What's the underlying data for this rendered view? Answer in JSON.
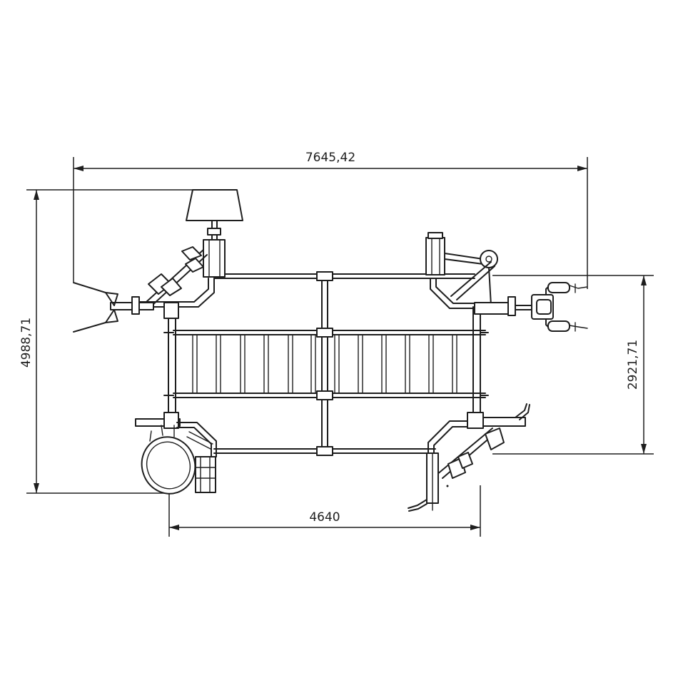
{
  "dimensions": {
    "overall_width": "7645,42",
    "overall_depth": "4988,71",
    "frame_depth": "2921,71",
    "frame_width": "4640"
  }
}
